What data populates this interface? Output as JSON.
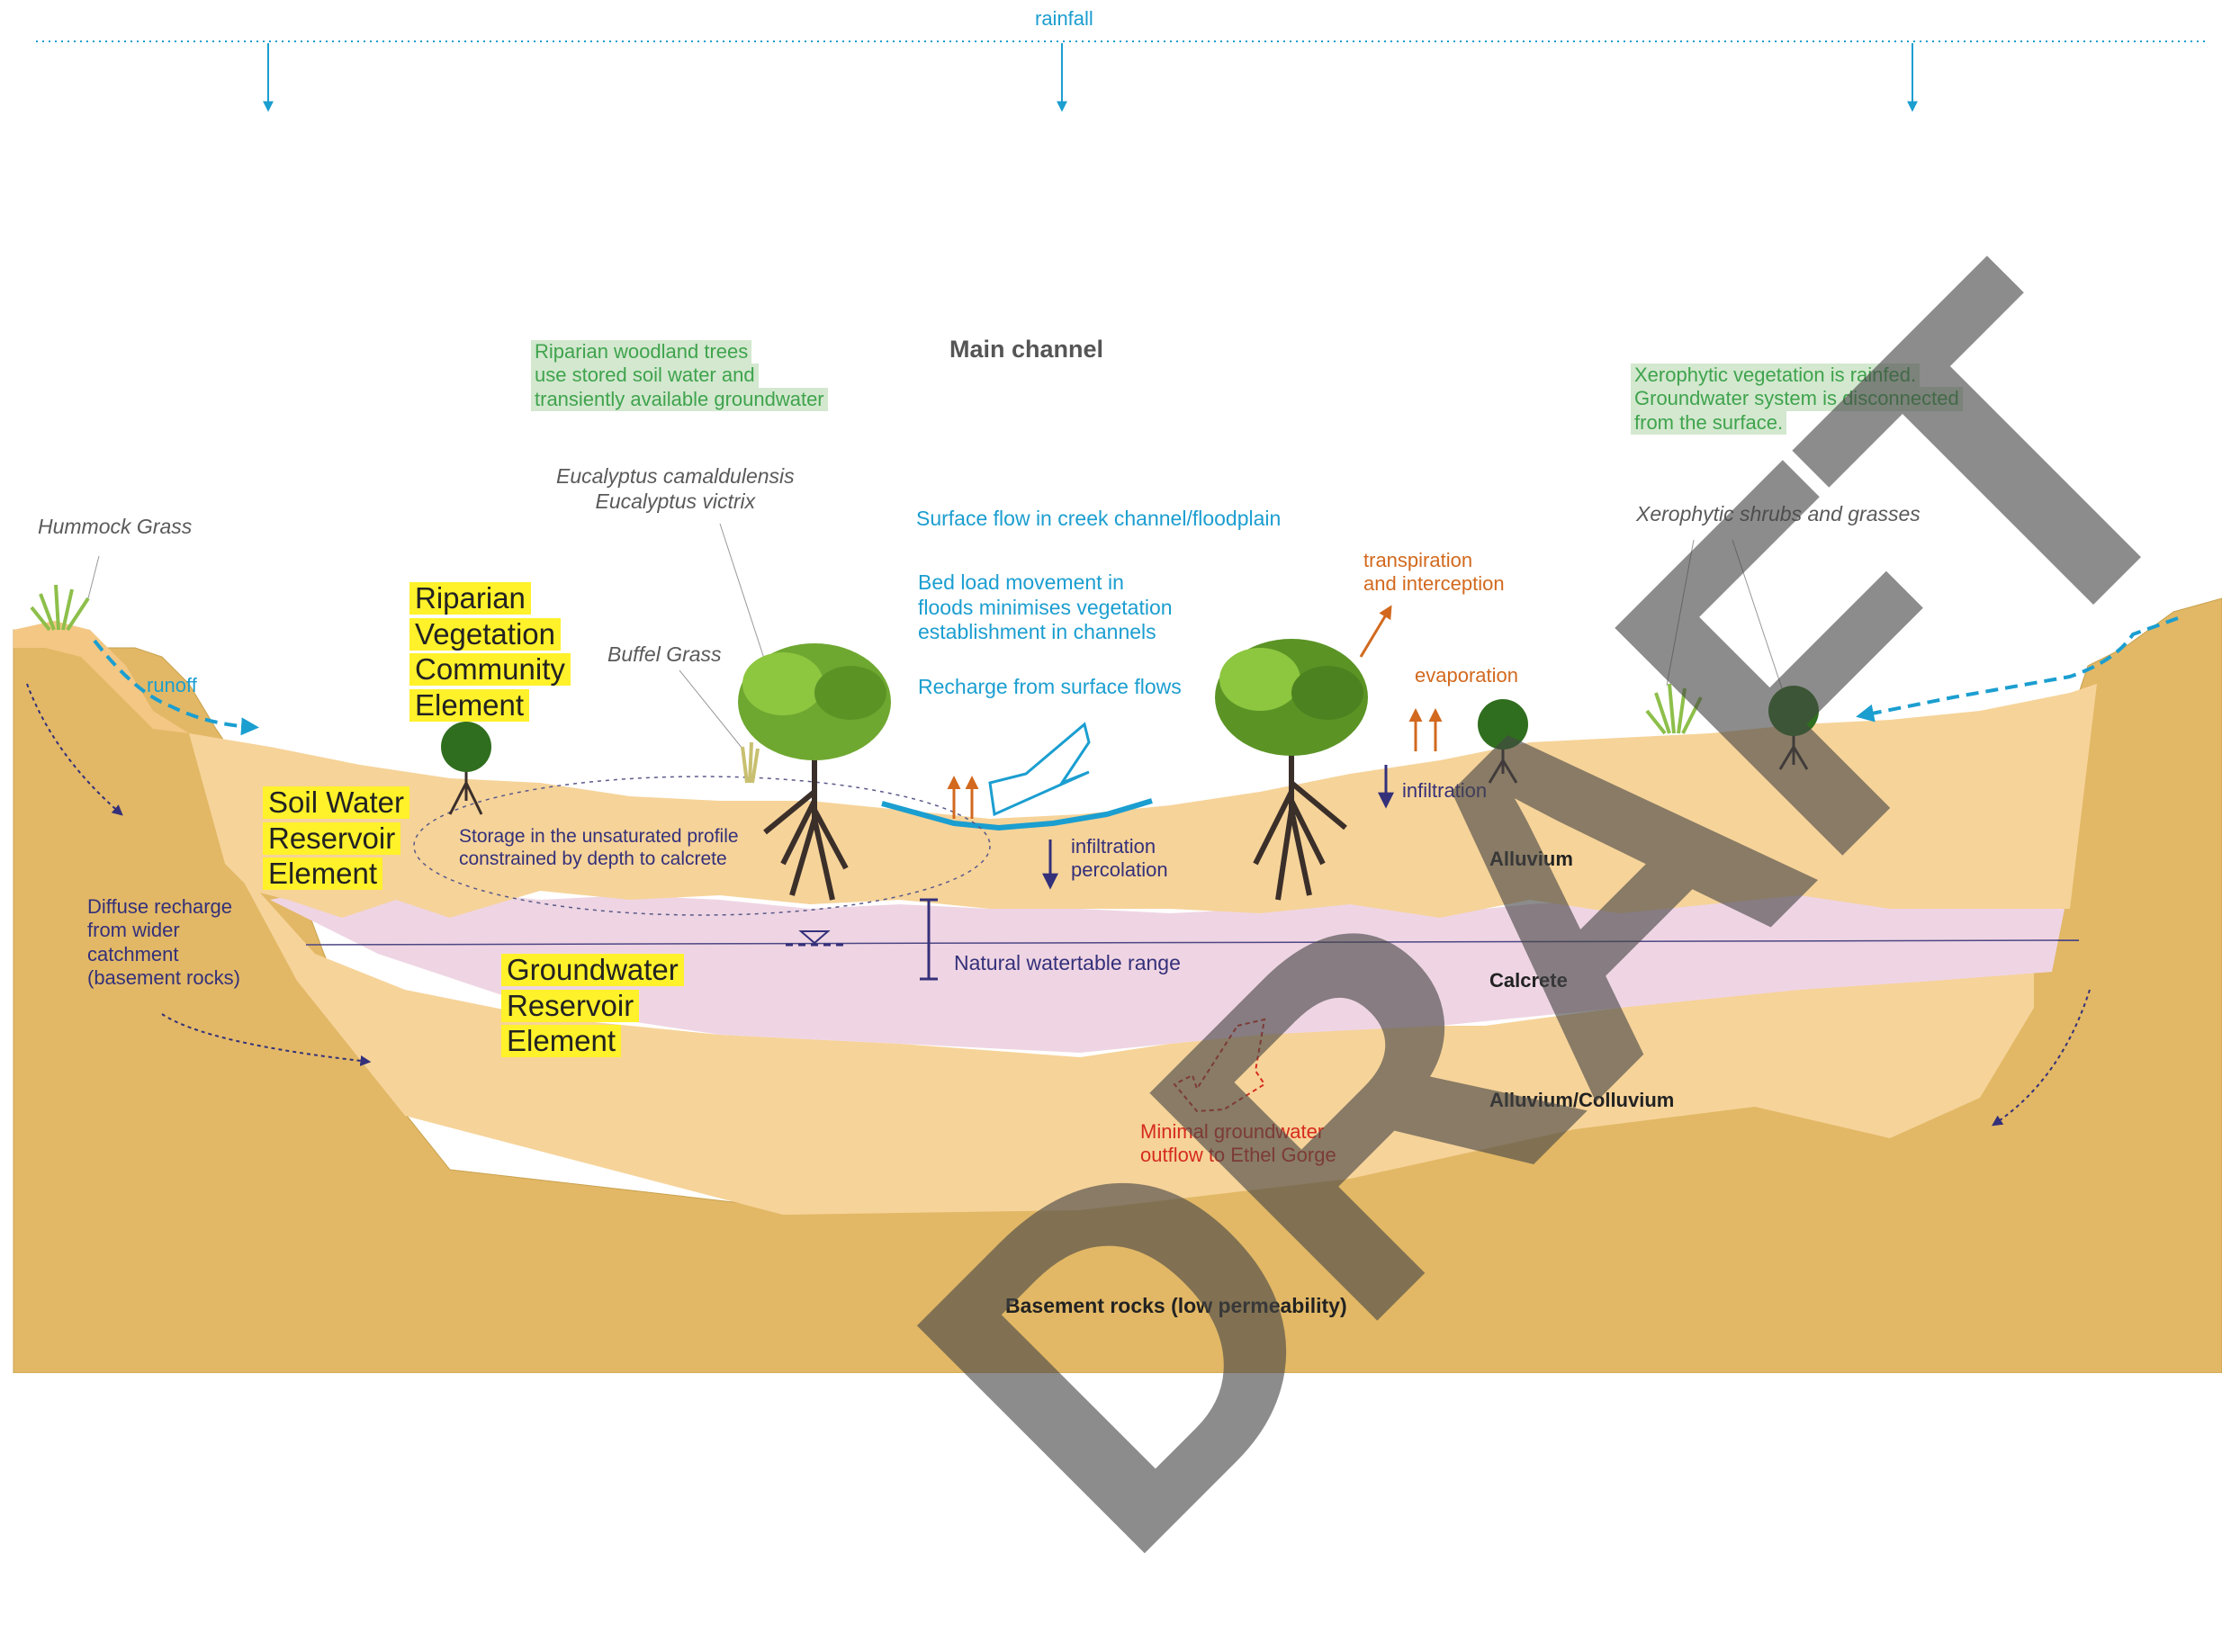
{
  "rainfall": "rainfall",
  "main_channel": "Main channel",
  "riparian_note": [
    "Riparian woodland trees",
    "use stored soil water and",
    "transiently available groundwater"
  ],
  "xero_note": [
    "Xerophytic vegetation is rainfed.",
    "Groundwater system is disconnected",
    "from the surface."
  ],
  "eucalyptus": [
    "Eucalyptus camaldulensis",
    "Eucalyptus victrix"
  ],
  "hummock_grass": "Hummock Grass",
  "buffel_grass": "Buffel Grass",
  "xero_shrubs": "Xerophytic shrubs and grasses",
  "runoff": "runoff",
  "surface_flow": "Surface flow in creek channel/floodplain",
  "bed_load": [
    "Bed load movement in",
    "floods minimises vegetation",
    "establishment  in channels"
  ],
  "recharge_surface": "Recharge from surface flows",
  "transpiration": [
    "transpiration",
    "and interception"
  ],
  "evaporation": "evaporation",
  "infiltration_right": "infiltration",
  "infiltration_center": [
    "infiltration",
    "percolation"
  ],
  "storage": [
    "Storage in the unsaturated profile",
    "constrained by depth to calcrete"
  ],
  "diffuse_recharge": [
    "Diffuse recharge",
    "from wider",
    "catchment",
    "(basement rocks)"
  ],
  "natural_watertable": "Natural watertable range",
  "minimal_outflow": [
    "Minimal groundwater",
    "outflow to Ethel Gorge"
  ],
  "layers": {
    "alluvium": "Alluvium",
    "calcrete": "Calcrete",
    "alluvium_colluvium": "Alluvium/Colluvium",
    "basement": "Basement rocks (low permeability)"
  },
  "elements": {
    "riparian": [
      "Riparian",
      "Vegetation",
      "Community",
      "Element"
    ],
    "soil_water": [
      "Soil Water",
      "Reservoir",
      "Element"
    ],
    "groundwater": [
      "Groundwater",
      "Reservoir",
      "Element"
    ]
  },
  "watermark": "DRAFT",
  "colors": {
    "water_blue": "#1b9ed0",
    "navy": "#34307a",
    "basement": "#e2b866",
    "alluvium": "#f6d399",
    "calcrete": "#efd5e3",
    "highlight_yellow": "#fff12a",
    "note_green_bg": "#d3e8cf",
    "note_green_text": "#3fa34d",
    "orange": "#d2691e",
    "red": "#d52b1e"
  }
}
